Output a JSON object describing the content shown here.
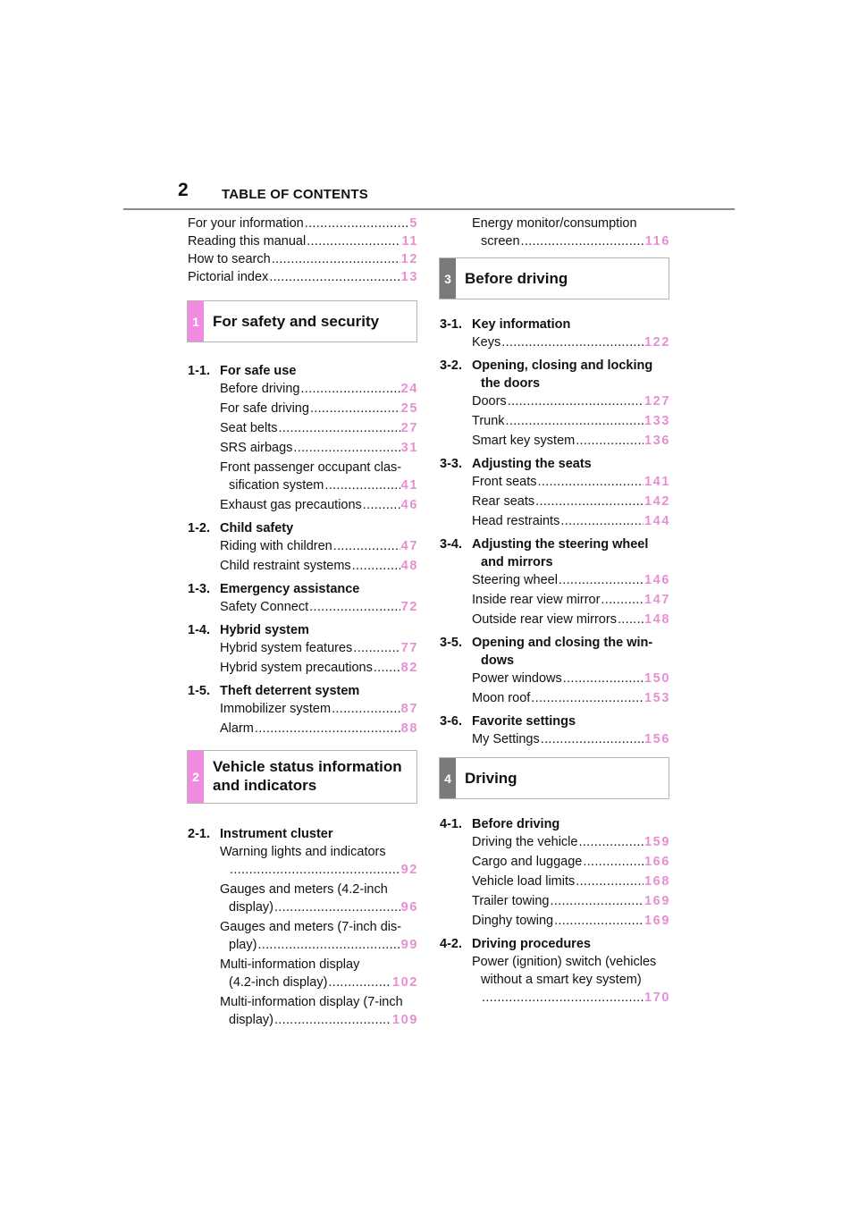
{
  "header": {
    "page_number": "2",
    "title": "TABLE OF CONTENTS"
  },
  "left": {
    "intro": [
      {
        "label": "For your information",
        "page": "5"
      },
      {
        "label": "Reading this manual",
        "page": "11"
      },
      {
        "label": "How to search",
        "page": "12"
      },
      {
        "label": "Pictorial index",
        "page": "13"
      }
    ],
    "section1": {
      "num": "1",
      "title": "For safety and security"
    },
    "g11": {
      "num": "1-1.",
      "title": "For safe use",
      "items": [
        {
          "label": "Before driving",
          "page": "24"
        },
        {
          "label": "For safe driving",
          "page": "25"
        },
        {
          "label": "Seat belts",
          "page": "27"
        },
        {
          "label": "SRS airbags",
          "page": "31"
        },
        {
          "label": "Front passenger occupant clas-",
          "label2": "sification system",
          "page": "41"
        },
        {
          "label": "Exhaust gas precautions",
          "page": "46"
        }
      ]
    },
    "g12": {
      "num": "1-2.",
      "title": "Child safety",
      "items": [
        {
          "label": "Riding with children",
          "page": "47"
        },
        {
          "label": "Child restraint systems",
          "page": "48"
        }
      ]
    },
    "g13": {
      "num": "1-3.",
      "title": "Emergency assistance",
      "items": [
        {
          "label": "Safety Connect",
          "page": "72"
        }
      ]
    },
    "g14": {
      "num": "1-4.",
      "title": "Hybrid system",
      "items": [
        {
          "label": "Hybrid system features",
          "page": "77"
        },
        {
          "label": "Hybrid system precautions",
          "page": "82"
        }
      ]
    },
    "g15": {
      "num": "1-5.",
      "title": "Theft deterrent system",
      "items": [
        {
          "label": "Immobilizer system",
          "page": "87"
        },
        {
          "label": "Alarm",
          "page": "88"
        }
      ]
    },
    "section2": {
      "num": "2",
      "title_line1": "Vehicle status information",
      "title_line2": "and indicators"
    },
    "g21": {
      "num": "2-1.",
      "title": "Instrument cluster",
      "items": [
        {
          "label": "Warning lights and indicators",
          "page": "92"
        },
        {
          "label": "Gauges and meters (4.2-inch",
          "label2": "display)",
          "page": "96"
        },
        {
          "label": "Gauges and meters (7-inch dis-",
          "label2": "play)",
          "page": "99"
        },
        {
          "label": "Multi-information display",
          "label2": "(4.2-inch display)",
          "page": "102"
        },
        {
          "label": "Multi-information display (7-inch",
          "label2": "display)",
          "page": "109"
        }
      ]
    }
  },
  "right": {
    "energy": {
      "label": "Energy monitor/consumption",
      "label2": "screen",
      "page": "116"
    },
    "section3": {
      "num": "3",
      "title": "Before driving"
    },
    "g31": {
      "num": "3-1.",
      "title": "Key information",
      "items": [
        {
          "label": "Keys",
          "page": "122"
        }
      ]
    },
    "g32": {
      "num": "3-2.",
      "title": "Opening, closing and locking",
      "title2": "the doors",
      "items": [
        {
          "label": "Doors",
          "page": "127"
        },
        {
          "label": "Trunk",
          "page": "133"
        },
        {
          "label": "Smart key system",
          "page": "136"
        }
      ]
    },
    "g33": {
      "num": "3-3.",
      "title": "Adjusting the seats",
      "items": [
        {
          "label": "Front seats",
          "page": "141"
        },
        {
          "label": "Rear seats",
          "page": "142"
        },
        {
          "label": "Head restraints",
          "page": "144"
        }
      ]
    },
    "g34": {
      "num": "3-4.",
      "title": "Adjusting the steering wheel",
      "title2": "and mirrors",
      "items": [
        {
          "label": "Steering wheel",
          "page": "146"
        },
        {
          "label": "Inside rear view mirror",
          "page": "147"
        },
        {
          "label": "Outside rear view mirrors",
          "page": "148"
        }
      ]
    },
    "g35": {
      "num": "3-5.",
      "title": "Opening and closing the win-",
      "title2": "dows",
      "items": [
        {
          "label": "Power windows",
          "page": "150"
        },
        {
          "label": "Moon roof",
          "page": "153"
        }
      ]
    },
    "g36": {
      "num": "3-6.",
      "title": "Favorite settings",
      "items": [
        {
          "label": "My Settings",
          "page": "156"
        }
      ]
    },
    "section4": {
      "num": "4",
      "title": "Driving"
    },
    "g41": {
      "num": "4-1.",
      "title": "Before driving",
      "items": [
        {
          "label": "Driving the vehicle",
          "page": "159"
        },
        {
          "label": "Cargo and luggage",
          "page": "166"
        },
        {
          "label": "Vehicle load limits",
          "page": "168"
        },
        {
          "label": "Trailer towing",
          "page": "169"
        },
        {
          "label": "Dinghy towing",
          "page": "169"
        }
      ]
    },
    "g42": {
      "num": "4-2.",
      "title": "Driving procedures",
      "items": [
        {
          "label": "Power (ignition) switch (vehicles",
          "label2": "without a smart key system)",
          "page": "170"
        }
      ]
    }
  },
  "colors": {
    "page_link": "#e78fd5",
    "section_tab_pink": "#f08be0",
    "section_tab_gray": "#7a7a7a"
  }
}
